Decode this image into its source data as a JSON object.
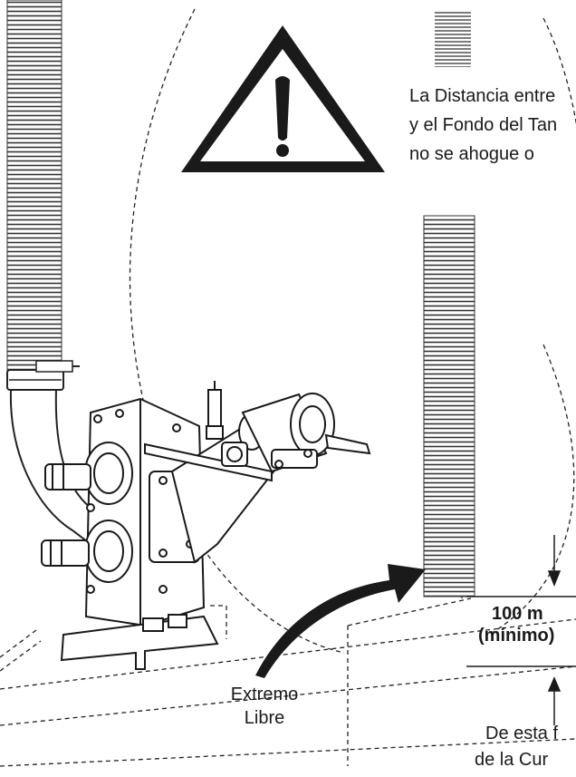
{
  "warning_text": {
    "line1": "La  Distancia entre",
    "line2": "y el Fondo del Tan",
    "line3": "no  se  ahogue  o"
  },
  "dimension": {
    "value": "100 m",
    "qualifier": "(mínimo)"
  },
  "free_end_label": {
    "line1": "Extremo",
    "line2": "Libre"
  },
  "bottom_note": {
    "line1": "De esta f",
    "line2": "de la Cur"
  },
  "icons": {
    "warning": "warning-triangle-icon"
  }
}
